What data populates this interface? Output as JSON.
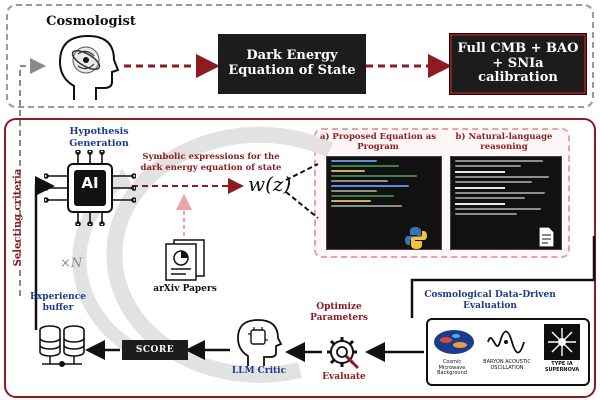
{
  "top": {
    "cosmologist_label": "Cosmologist",
    "dark_energy_box": "Dark Energy Equation of State",
    "calibration_box": "Full CMB + BAO + SNIa calibration"
  },
  "loop": {
    "selecting_criteria": "Selecting criteria",
    "hypothesis_generation": "Hypothesis Generation",
    "ai_chip": "AI",
    "symbolic_expressions": "Symbolic expressions for the dark energy equation of state",
    "wz": "w(z)",
    "arxiv": "arXiv Papers",
    "times_n": "×N",
    "experience_buffer": "Experience buffer",
    "score": "SCORE",
    "llm_critic": "LLM Critic",
    "optimize_parameters": "Optimize Parameters",
    "evaluate": "Evaluate",
    "cosmo_eval": "Cosmological Data-Driven Evaluation"
  },
  "program_panel": {
    "a_label": "a) Proposed Equation as Program",
    "b_label": "b) Natural-language reasoning"
  },
  "datasets": [
    {
      "label": "Cosmic Microwave Background"
    },
    {
      "label": "BARYON ACOUSTIC OSCILLATION"
    },
    {
      "label": "TYPE IA SUPERNOVA"
    }
  ],
  "colors": {
    "accent_red": "#8e1b22",
    "accent_blue": "#1b3b8c",
    "dark_box": "#1c1c1c",
    "dash_gray": "#9a9a9a",
    "loop_gray": "#dcdcdc"
  }
}
